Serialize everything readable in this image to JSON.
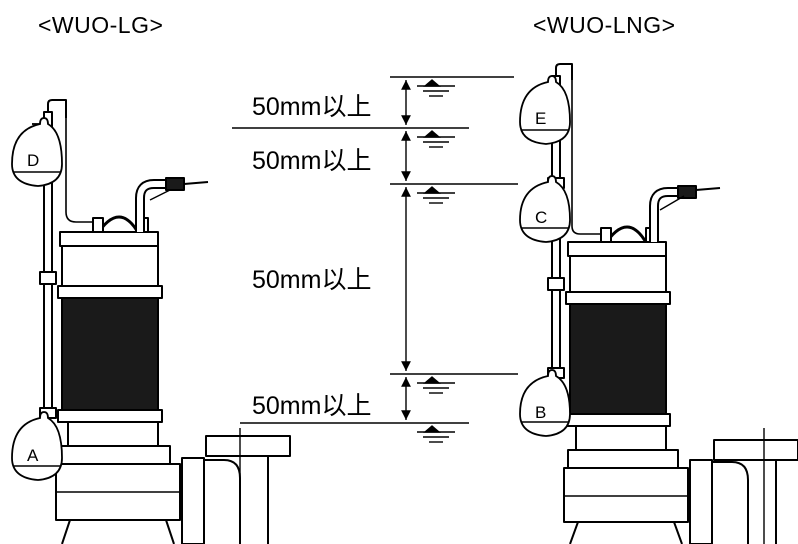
{
  "titles": {
    "left": "<WUO-LG>",
    "right": "<WUO-LNG>"
  },
  "dimensions": [
    {
      "id": "upper",
      "label": "50mm以上"
    },
    {
      "id": "second",
      "label": "50mm以上"
    },
    {
      "id": "middle",
      "label": "50mm以上"
    },
    {
      "id": "lower",
      "label": "50mm以上"
    }
  ],
  "floats": {
    "left": [
      {
        "id": "D",
        "label": "D"
      },
      {
        "id": "A",
        "label": "A"
      }
    ],
    "right": [
      {
        "id": "E",
        "label": "E"
      },
      {
        "id": "C",
        "label": "C"
      },
      {
        "id": "B",
        "label": "B"
      }
    ]
  },
  "colors": {
    "line": "#000000",
    "pump_body": "#1a1a1a",
    "background": "#ffffff"
  }
}
